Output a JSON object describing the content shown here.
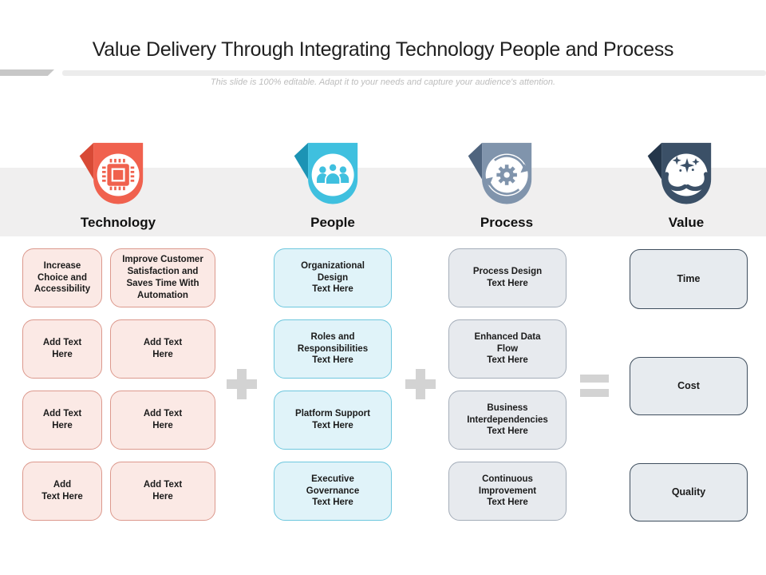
{
  "title": "Value Delivery Through Integrating Technology People and Process",
  "subtitle": "This slide is 100% editable. Adapt it to your needs and capture your audience's attention.",
  "operators": {
    "plus": "+",
    "equals": "="
  },
  "band_color": "#f0efef",
  "operator_color": "#d3d3d3",
  "columns": [
    {
      "label": "Technology",
      "icon": "microchip-icon",
      "icon_color": "#F0614E",
      "icon_fold_color": "#D84A36",
      "box_bg": "#FBE9E5",
      "box_border": "#DC998D",
      "boxes": [
        "Increase\nChoice and\nAccessibility",
        "Improve Customer\nSatisfaction and\nSaves Time With\nAutomation",
        "Add Text\nHere",
        "Add Text\nHere",
        "Add Text\nHere",
        "Add Text\nHere",
        "Add\nText Here",
        "Add Text\nHere"
      ]
    },
    {
      "label": "People",
      "icon": "people-icon",
      "icon_color": "#3FC0DF",
      "icon_fold_color": "#1C93B4",
      "box_bg": "#E0F3F9",
      "box_border": "#6EC7DE",
      "boxes": [
        "Organizational\nDesign\nText Here",
        "Roles and\nResponsibilities\nText Here",
        "Platform Support\nText Here",
        "Executive\nGovernance\nText Here"
      ]
    },
    {
      "label": "Process",
      "icon": "gear-cycle-icon",
      "icon_color": "#8094AC",
      "icon_fold_color": "#4F647E",
      "box_bg": "#E7EAEE",
      "box_border": "#A4ADB9",
      "boxes": [
        "Process Design\nText Here",
        "Enhanced Data\nFlow\nText Here",
        "Business\nInterdependencies\nText Here",
        "Continuous\nImprovement\nText Here"
      ]
    },
    {
      "label": "Value",
      "icon": "hands-sparkle-icon",
      "icon_color": "#3B5067",
      "icon_fold_color": "#24364A",
      "box_bg": "#E7EBEF",
      "box_border": "#3F4E5E",
      "boxes": [
        "Time",
        "Cost",
        "Quality"
      ]
    }
  ]
}
